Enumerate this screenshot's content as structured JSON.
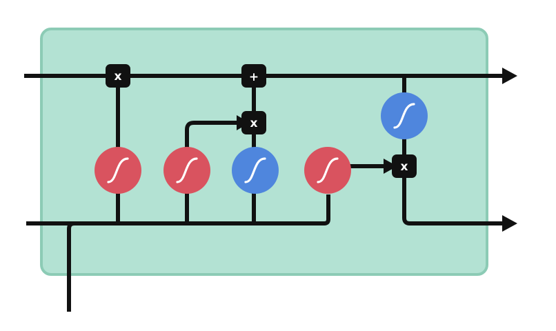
{
  "colors": {
    "cell_fill": "#b3e2d3",
    "cell_border": "#8ccbb5",
    "line": "#111111",
    "sigmoid_gate": "#d9535f",
    "tanh_gate": "#4f86dd",
    "op_box": "#111111",
    "op_text": "#ffffff"
  },
  "operations": {
    "forget_multiply": "x",
    "cell_add": "+",
    "input_multiply": "x",
    "output_multiply": "x"
  },
  "gates": [
    {
      "kind": "sigmoid",
      "icon": "sigmoid-curve-icon"
    },
    {
      "kind": "sigmoid",
      "icon": "sigmoid-curve-icon"
    },
    {
      "kind": "tanh",
      "icon": "tanh-curve-icon"
    },
    {
      "kind": "sigmoid",
      "icon": "sigmoid-curve-icon"
    },
    {
      "kind": "tanh",
      "icon": "tanh-curve-icon"
    }
  ]
}
